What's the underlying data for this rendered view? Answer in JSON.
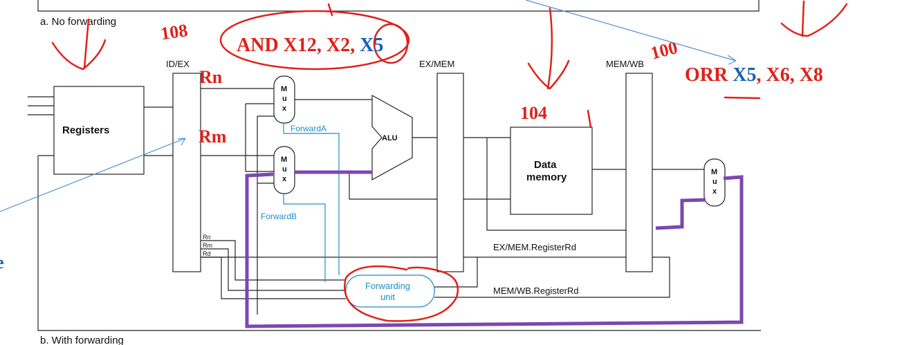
{
  "captions": {
    "top": "a. No forwarding",
    "bottom": "b. With forwarding"
  },
  "pipeline_registers": {
    "id_ex": "ID/EX",
    "ex_mem": "EX/MEM",
    "mem_wb": "MEM/WB"
  },
  "blocks": {
    "registers": "Registers",
    "alu": "ALU",
    "data_memory_line1": "Data",
    "data_memory_line2": "memory",
    "forwarding_unit_line1": "Forwarding",
    "forwarding_unit_line2": "unit"
  },
  "mux": {
    "letters": [
      "M",
      "u",
      "x"
    ]
  },
  "signals": {
    "forward_a": "ForwardA",
    "forward_b": "ForwardB",
    "ex_mem_rd": "EX/MEM.RegisterRd",
    "mem_wb_rd": "MEM/WB.RegisterRd",
    "field_rn": "Rn",
    "field_rm": "Rm",
    "field_rd": "Rd"
  },
  "annotations": {
    "and_instr_prefix": "AND X12, X2, ",
    "and_instr_reg": "X5",
    "orr_instr_op": "ORR ",
    "orr_instr_reg": "X5",
    "orr_instr_rest": ", X6, X8",
    "rn_label": "Rn",
    "rm_label": "Rm",
    "addr_108": "108",
    "addr_100": "100",
    "addr_104": "104",
    "left_edge_fragment": "e"
  },
  "colors": {
    "annotation_red": "#e0201a",
    "annotation_blue": "#1a5fb4",
    "forwarding_path_purple": "#7a48b0",
    "control_signal_blue": "#1a8fc7"
  }
}
